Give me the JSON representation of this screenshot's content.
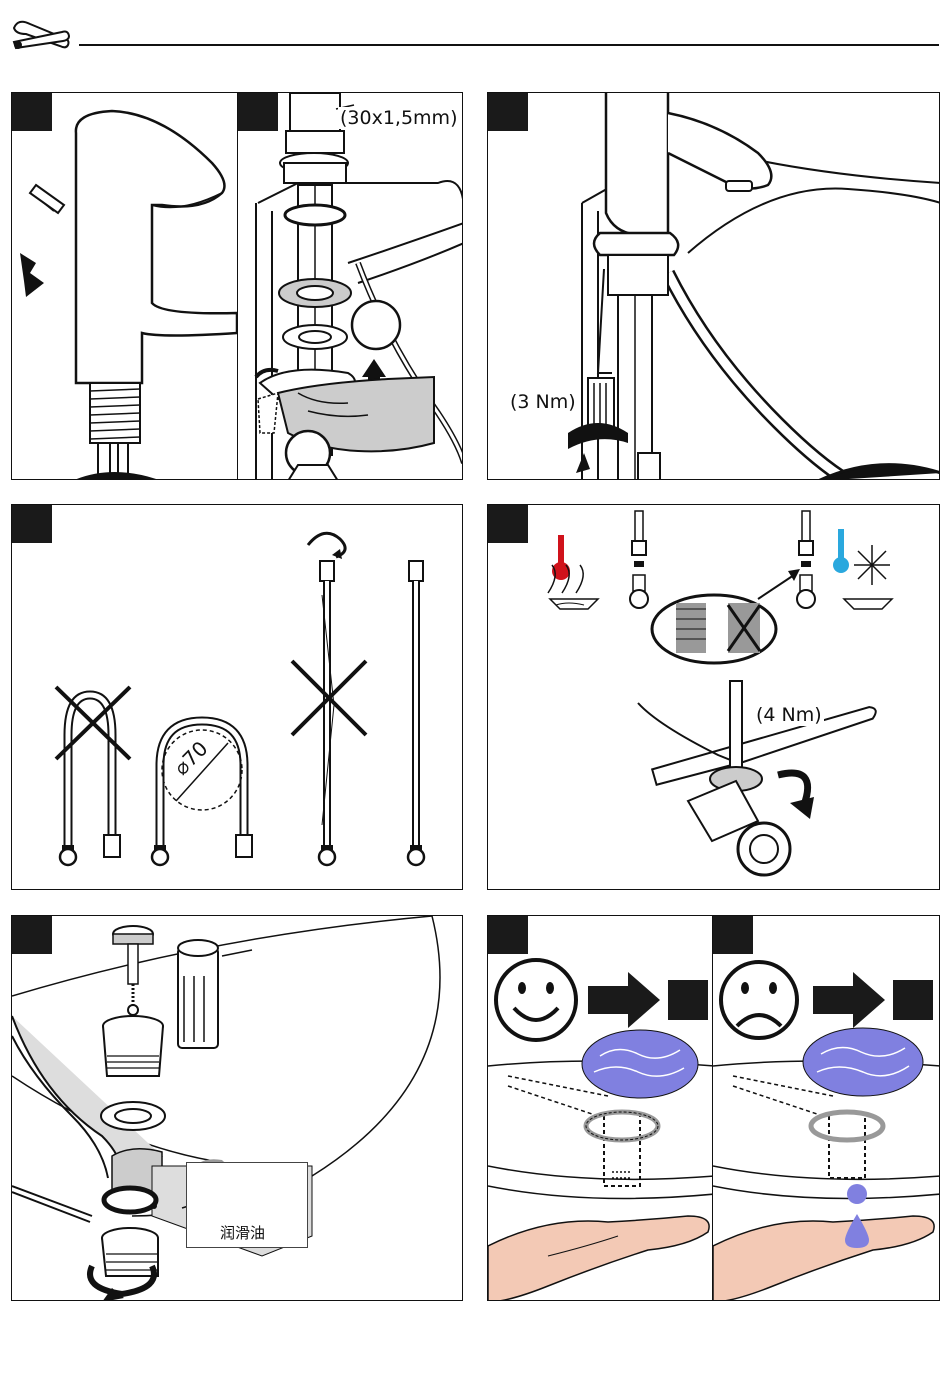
{
  "header": {
    "icon": "tools-icon"
  },
  "panels": {
    "p1": {
      "icon": "faucet-icon"
    },
    "p2": {
      "thread_label": "(30x1,5mm)"
    },
    "p3": {
      "torque_label": "(3 Nm)"
    },
    "p4": {
      "bend_diameter": "70"
    },
    "p5": {
      "torque_label": "(4 Nm)"
    },
    "p6": {
      "lubricant_label": "润滑油"
    },
    "p7": {
      "icon": "smiley-happy-icon"
    },
    "p8": {
      "icon": "smiley-sad-icon"
    }
  },
  "colors": {
    "hot": "#d0121b",
    "cold": "#2aa8de",
    "water": "#8080e0",
    "skin": "#f3c9b5"
  }
}
